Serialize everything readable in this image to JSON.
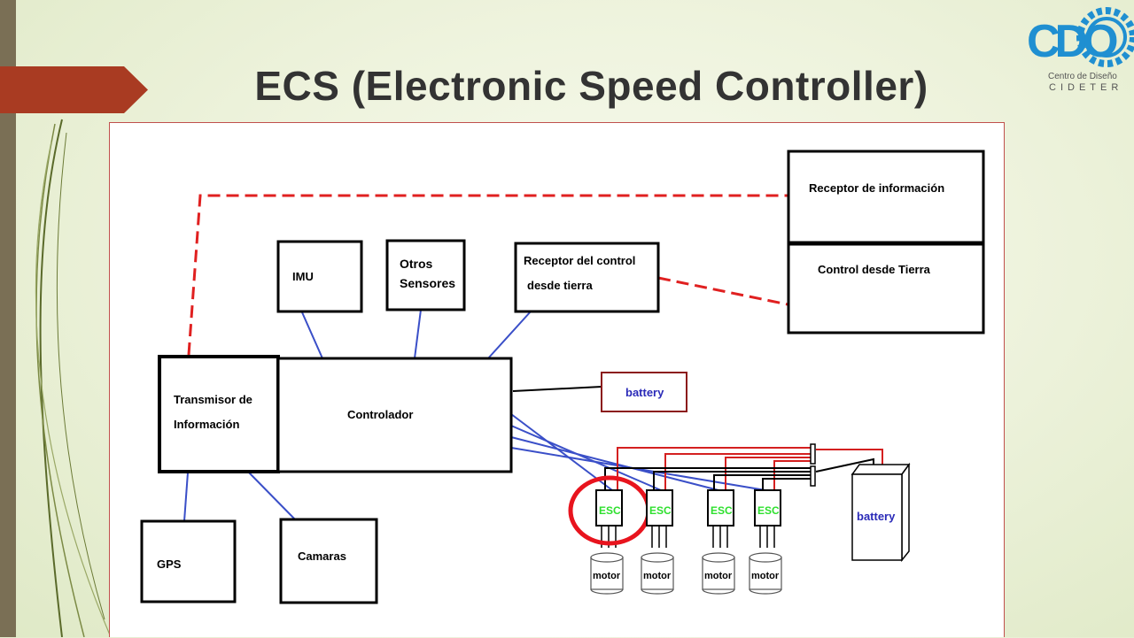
{
  "slide": {
    "title": "ECS (Electronic Speed Controller)",
    "accent_color": "#a93b22"
  },
  "logo": {
    "mark": "CDO",
    "caption_line1": "Centro de Diseño",
    "caption_line2": "CIDETER",
    "color": "#1f8fd1"
  },
  "diagram": {
    "boxes": {
      "receptor_informacion": "Receptor de información",
      "control_desde_tierra": "Control desde Tierra",
      "imu": "IMU",
      "otros_sensores_line1": "Otros",
      "otros_sensores_line2": "Sensores",
      "receptor_control_line1": "Receptor del control",
      "receptor_control_line2": "desde tierra",
      "transmisor_line1": "Transmisor de",
      "transmisor_line2": "Información",
      "controlador": "Controlador",
      "battery_small": "battery",
      "battery_large": "battery",
      "gps": "GPS",
      "camaras": "Camaras"
    },
    "escs": [
      {
        "label": "ESC",
        "motor": "motor",
        "highlighted": true
      },
      {
        "label": "ESC",
        "motor": "motor",
        "highlighted": false
      },
      {
        "label": "ESC",
        "motor": "motor",
        "highlighted": false
      },
      {
        "label": "ESC",
        "motor": "motor",
        "highlighted": false
      }
    ],
    "colors": {
      "wireless_link": "#e02020",
      "signal_wire": "#3a4fc8",
      "power_wire": "#d42020",
      "ground_wire": "#000000",
      "esc_text": "#2ee02e",
      "battery_text": "#2a2ab8",
      "highlight_circle": "#e8141e"
    }
  }
}
